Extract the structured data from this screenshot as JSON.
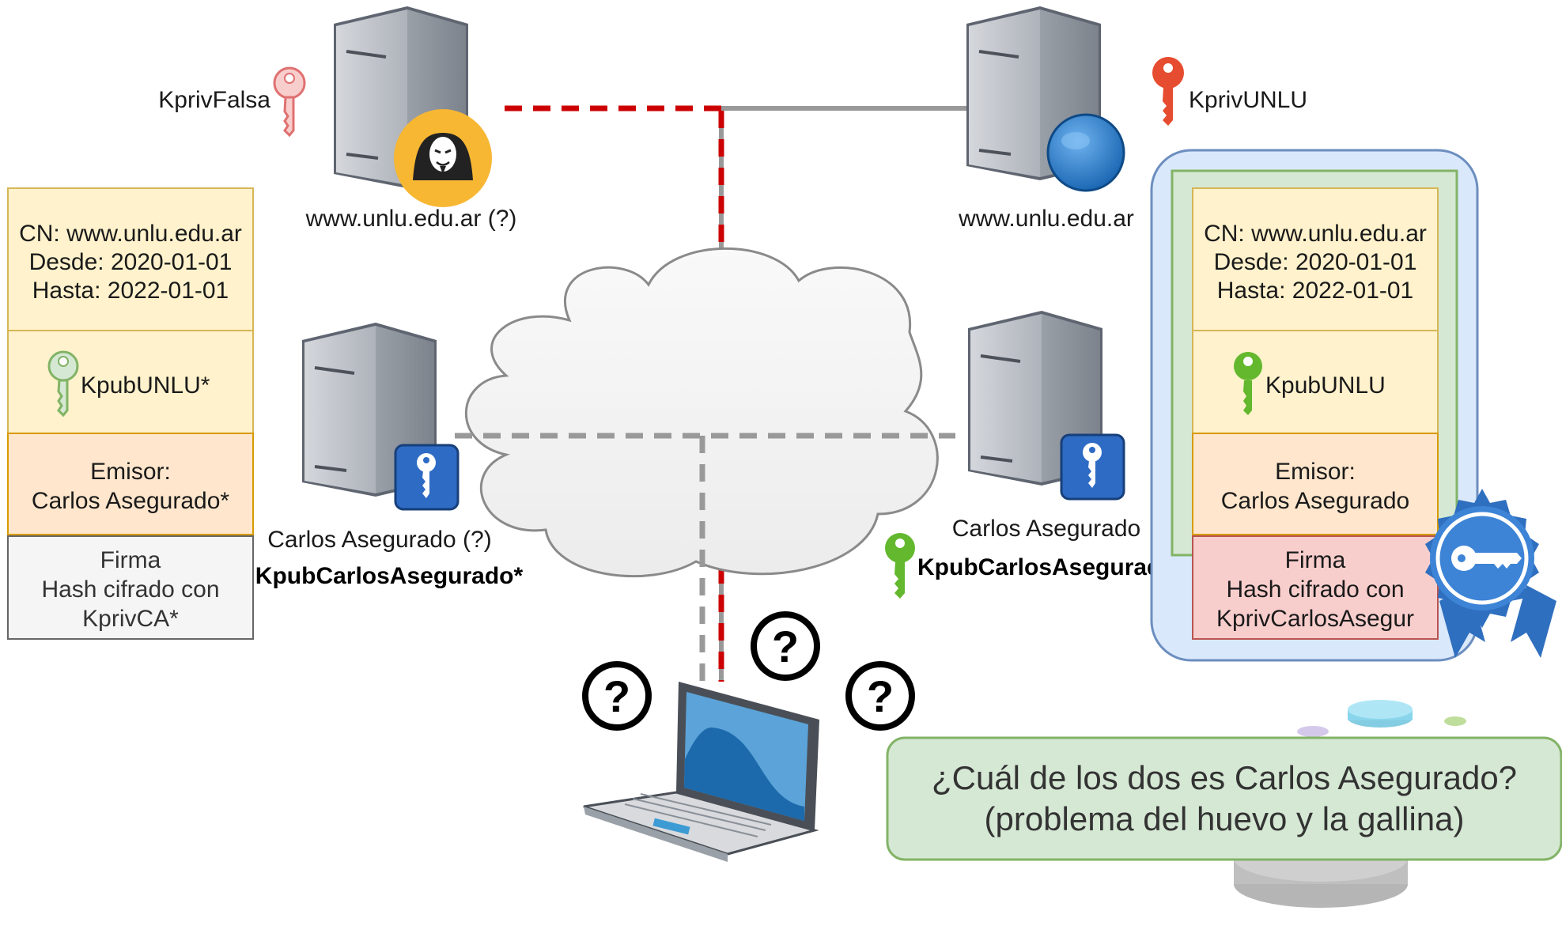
{
  "servers": {
    "fake_top": {
      "label": "www.unlu.edu.ar (?)",
      "key_label": "KprivFalsa"
    },
    "real_top": {
      "label": "www.unlu.edu.ar",
      "key_label": "KprivUNLU"
    },
    "fake_ca": {
      "label": "Carlos Asegurado (?)",
      "key_label": "KpubCarlosAsegurado*"
    },
    "real_ca": {
      "label": "Carlos Asegurado",
      "key_label": "KpubCarlosAsegurado"
    }
  },
  "fake_certificate": {
    "subject": [
      "CN: www.unlu.edu.ar",
      "Desde: 2020-01-01",
      "Hasta: 2022-01-01"
    ],
    "public_key": "KpubUNLU*",
    "issuer": [
      "Emisor:",
      "Carlos Asegurado*"
    ],
    "signature": [
      "Firma",
      "Hash cifrado con",
      "KprivCA*"
    ]
  },
  "real_certificate": {
    "subject": [
      "CN: www.unlu.edu.ar",
      "Desde: 2020-01-01",
      "Hasta: 2022-01-01"
    ],
    "public_key": "KpubUNLU",
    "issuer": [
      "Emisor:",
      "Carlos Asegurado"
    ],
    "signature": [
      "Firma",
      "Hash cifrado con",
      "KprivCarlosAsegur"
    ]
  },
  "client": {
    "question_marks": [
      "?",
      "?",
      "?"
    ]
  },
  "question_box": {
    "lines": [
      "¿Cuál de los dos es Carlos Asegurado?",
      "(problema del huevo y la gallina)"
    ]
  },
  "colors": {
    "attack_link": "#cc0000",
    "real_link": "#999999",
    "subject_fill": "#fff2cc",
    "issuer_fill": "#ffe6cc",
    "fake_signature_fill": "#f5f5f5",
    "real_signature_fill": "#f8cecc",
    "question_fill": "#d5e8d4"
  }
}
